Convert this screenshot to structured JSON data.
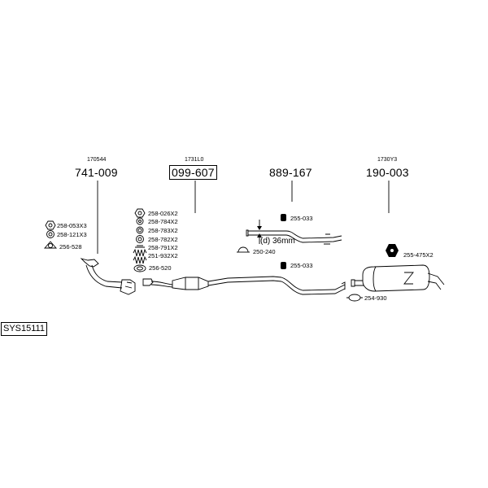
{
  "parts": [
    {
      "ref": "170544",
      "number": "741-009"
    },
    {
      "ref": "1731L0",
      "number": "099-607"
    },
    {
      "ref": "",
      "number": "889-167"
    },
    {
      "ref": "1730Y3",
      "number": "190-003"
    }
  ],
  "accessories": {
    "front_pipe": [
      "258-053X3",
      "258-121X3",
      "256-528"
    ],
    "catalyst": [
      "258-026X2",
      "258-784X2",
      "258-783X2",
      "258-782X2",
      "258-791X2",
      "251-932X2",
      "256-520"
    ],
    "middle_pipe": [
      "255-033",
      "250-240",
      "255-033"
    ],
    "rear_silencer": [
      "255-475X2",
      "254-930"
    ]
  },
  "dimension_label": "(d) 36mm",
  "system_code": "SYS15111"
}
